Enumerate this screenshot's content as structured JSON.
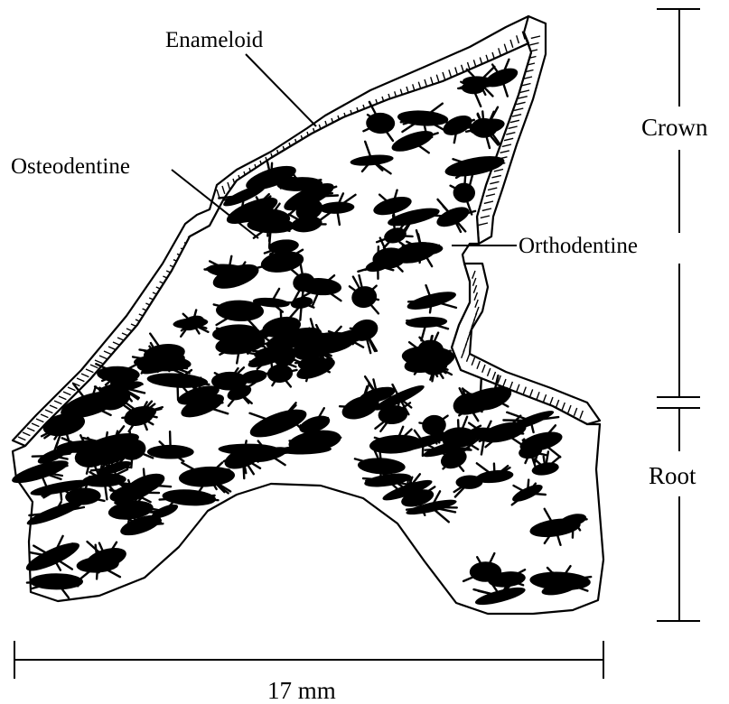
{
  "labels": {
    "enameloid": "Enameloid",
    "osteodentine": "Osteodentine",
    "orthodentine": "Orthodentine",
    "crown": "Crown",
    "root": "Root",
    "scale": "17 mm"
  },
  "colors": {
    "ink": "#000000",
    "background": "#ffffff"
  }
}
